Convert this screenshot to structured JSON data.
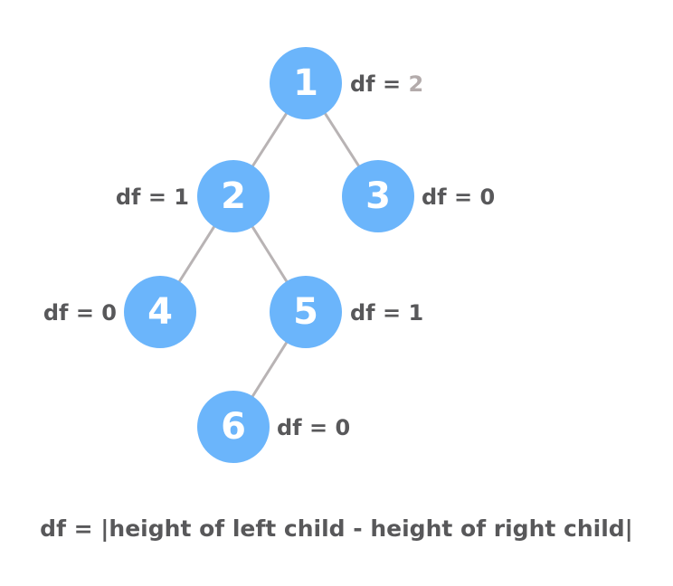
{
  "tree": {
    "nodes": [
      {
        "id": "1",
        "label": "1",
        "df_prefix": "df = ",
        "df_value": "2"
      },
      {
        "id": "2",
        "label": "2",
        "df_prefix": "df = ",
        "df_value": "1"
      },
      {
        "id": "3",
        "label": "3",
        "df_prefix": "df = ",
        "df_value": "0"
      },
      {
        "id": "4",
        "label": "4",
        "df_prefix": "df = ",
        "df_value": "0"
      },
      {
        "id": "5",
        "label": "5",
        "df_prefix": "df = ",
        "df_value": "1"
      },
      {
        "id": "6",
        "label": "6",
        "df_prefix": "df = ",
        "df_value": "0"
      }
    ],
    "edges": [
      {
        "from": "1",
        "to": "2"
      },
      {
        "from": "1",
        "to": "3"
      },
      {
        "from": "2",
        "to": "4"
      },
      {
        "from": "2",
        "to": "5"
      },
      {
        "from": "5",
        "to": "6"
      }
    ]
  },
  "colors": {
    "node_fill": "#6bb5fb",
    "edge": "#b8b3b4",
    "text": "#58585a",
    "highlight_value": "#b3abab"
  },
  "formula": "df = |height of left child - height of right child|"
}
